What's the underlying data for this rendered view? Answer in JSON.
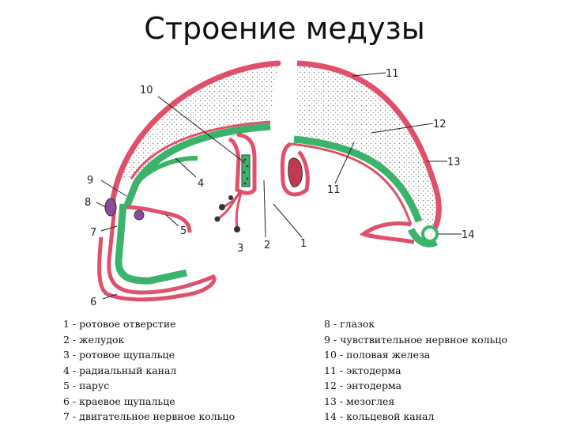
{
  "title": "Строение медузы",
  "diagram": {
    "labels": {
      "n1": "1",
      "n2": "2",
      "n3": "3",
      "n4": "4",
      "n5": "5",
      "n6": "6",
      "n7": "7",
      "n8": "8",
      "n9": "9",
      "n10": "10",
      "n11a": "11",
      "n11b": "11",
      "n12": "12",
      "n13": "13",
      "n14": "14"
    },
    "colors": {
      "ectoderm": "#e0506a",
      "endoderm": "#3bb36b",
      "mesoglea": "#f3f3f3",
      "eye": "#8a4aa0",
      "outline": "#333333"
    }
  },
  "legend": {
    "left": [
      "1 - ротовое отверстие",
      "2 - желудок",
      "3 - ротовое щупальце",
      "4 - радиальный канал",
      "5 - парус",
      "6 - краевое щупальце",
      "7 - двигательное нервное кольцо"
    ],
    "right": [
      "8 - глазок",
      "9 - чувствительное нервное кольцо",
      "10 - половая железа",
      "11 - эктодерма",
      "12 - энтодерма",
      "13 - мезоглея",
      "14 - кольцевой канал"
    ]
  }
}
